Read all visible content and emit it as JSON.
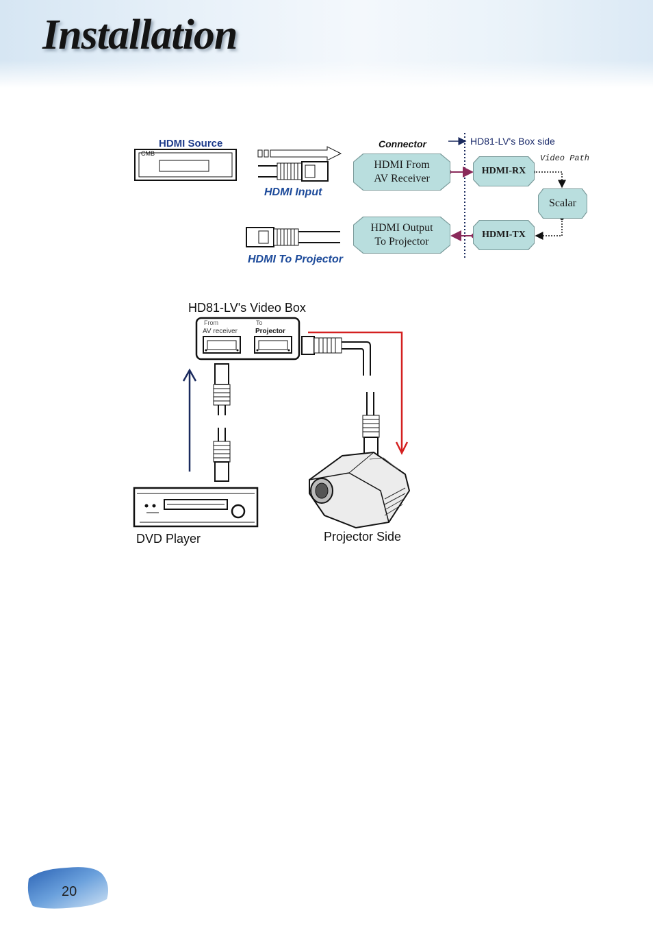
{
  "page": {
    "title": "Installation",
    "page_number": "20"
  },
  "diagram1": {
    "hdmi_source": "HDMI Source",
    "device_label": "CMB",
    "hdmi_input": "HDMI Input",
    "hdmi_to_projector": "HDMI To Projector",
    "connector": "Connector",
    "box_side": "HD81-LV's Box side",
    "video_path": "Video Path",
    "from_av_line1": "HDMI From",
    "from_av_line2": "AV Receiver",
    "output_line1": "HDMI Output",
    "output_line2": "To Projector",
    "rx": "HDMI-RX",
    "tx": "HDMI-TX",
    "scalar": "Scalar"
  },
  "diagram2": {
    "video_box_title": "HD81-LV's Video Box",
    "from_label": "From",
    "av_receiver_label": "AV receiver",
    "to_label": "To",
    "projector_label": "Projector",
    "dvd_player": "DVD Player",
    "projector_side": "Projector Side"
  },
  "colors": {
    "box_fill": "#b9dede",
    "arrow_red": "#d42020",
    "arrow_navy": "#1a2a5e",
    "link_purple": "#8a2a5a"
  }
}
